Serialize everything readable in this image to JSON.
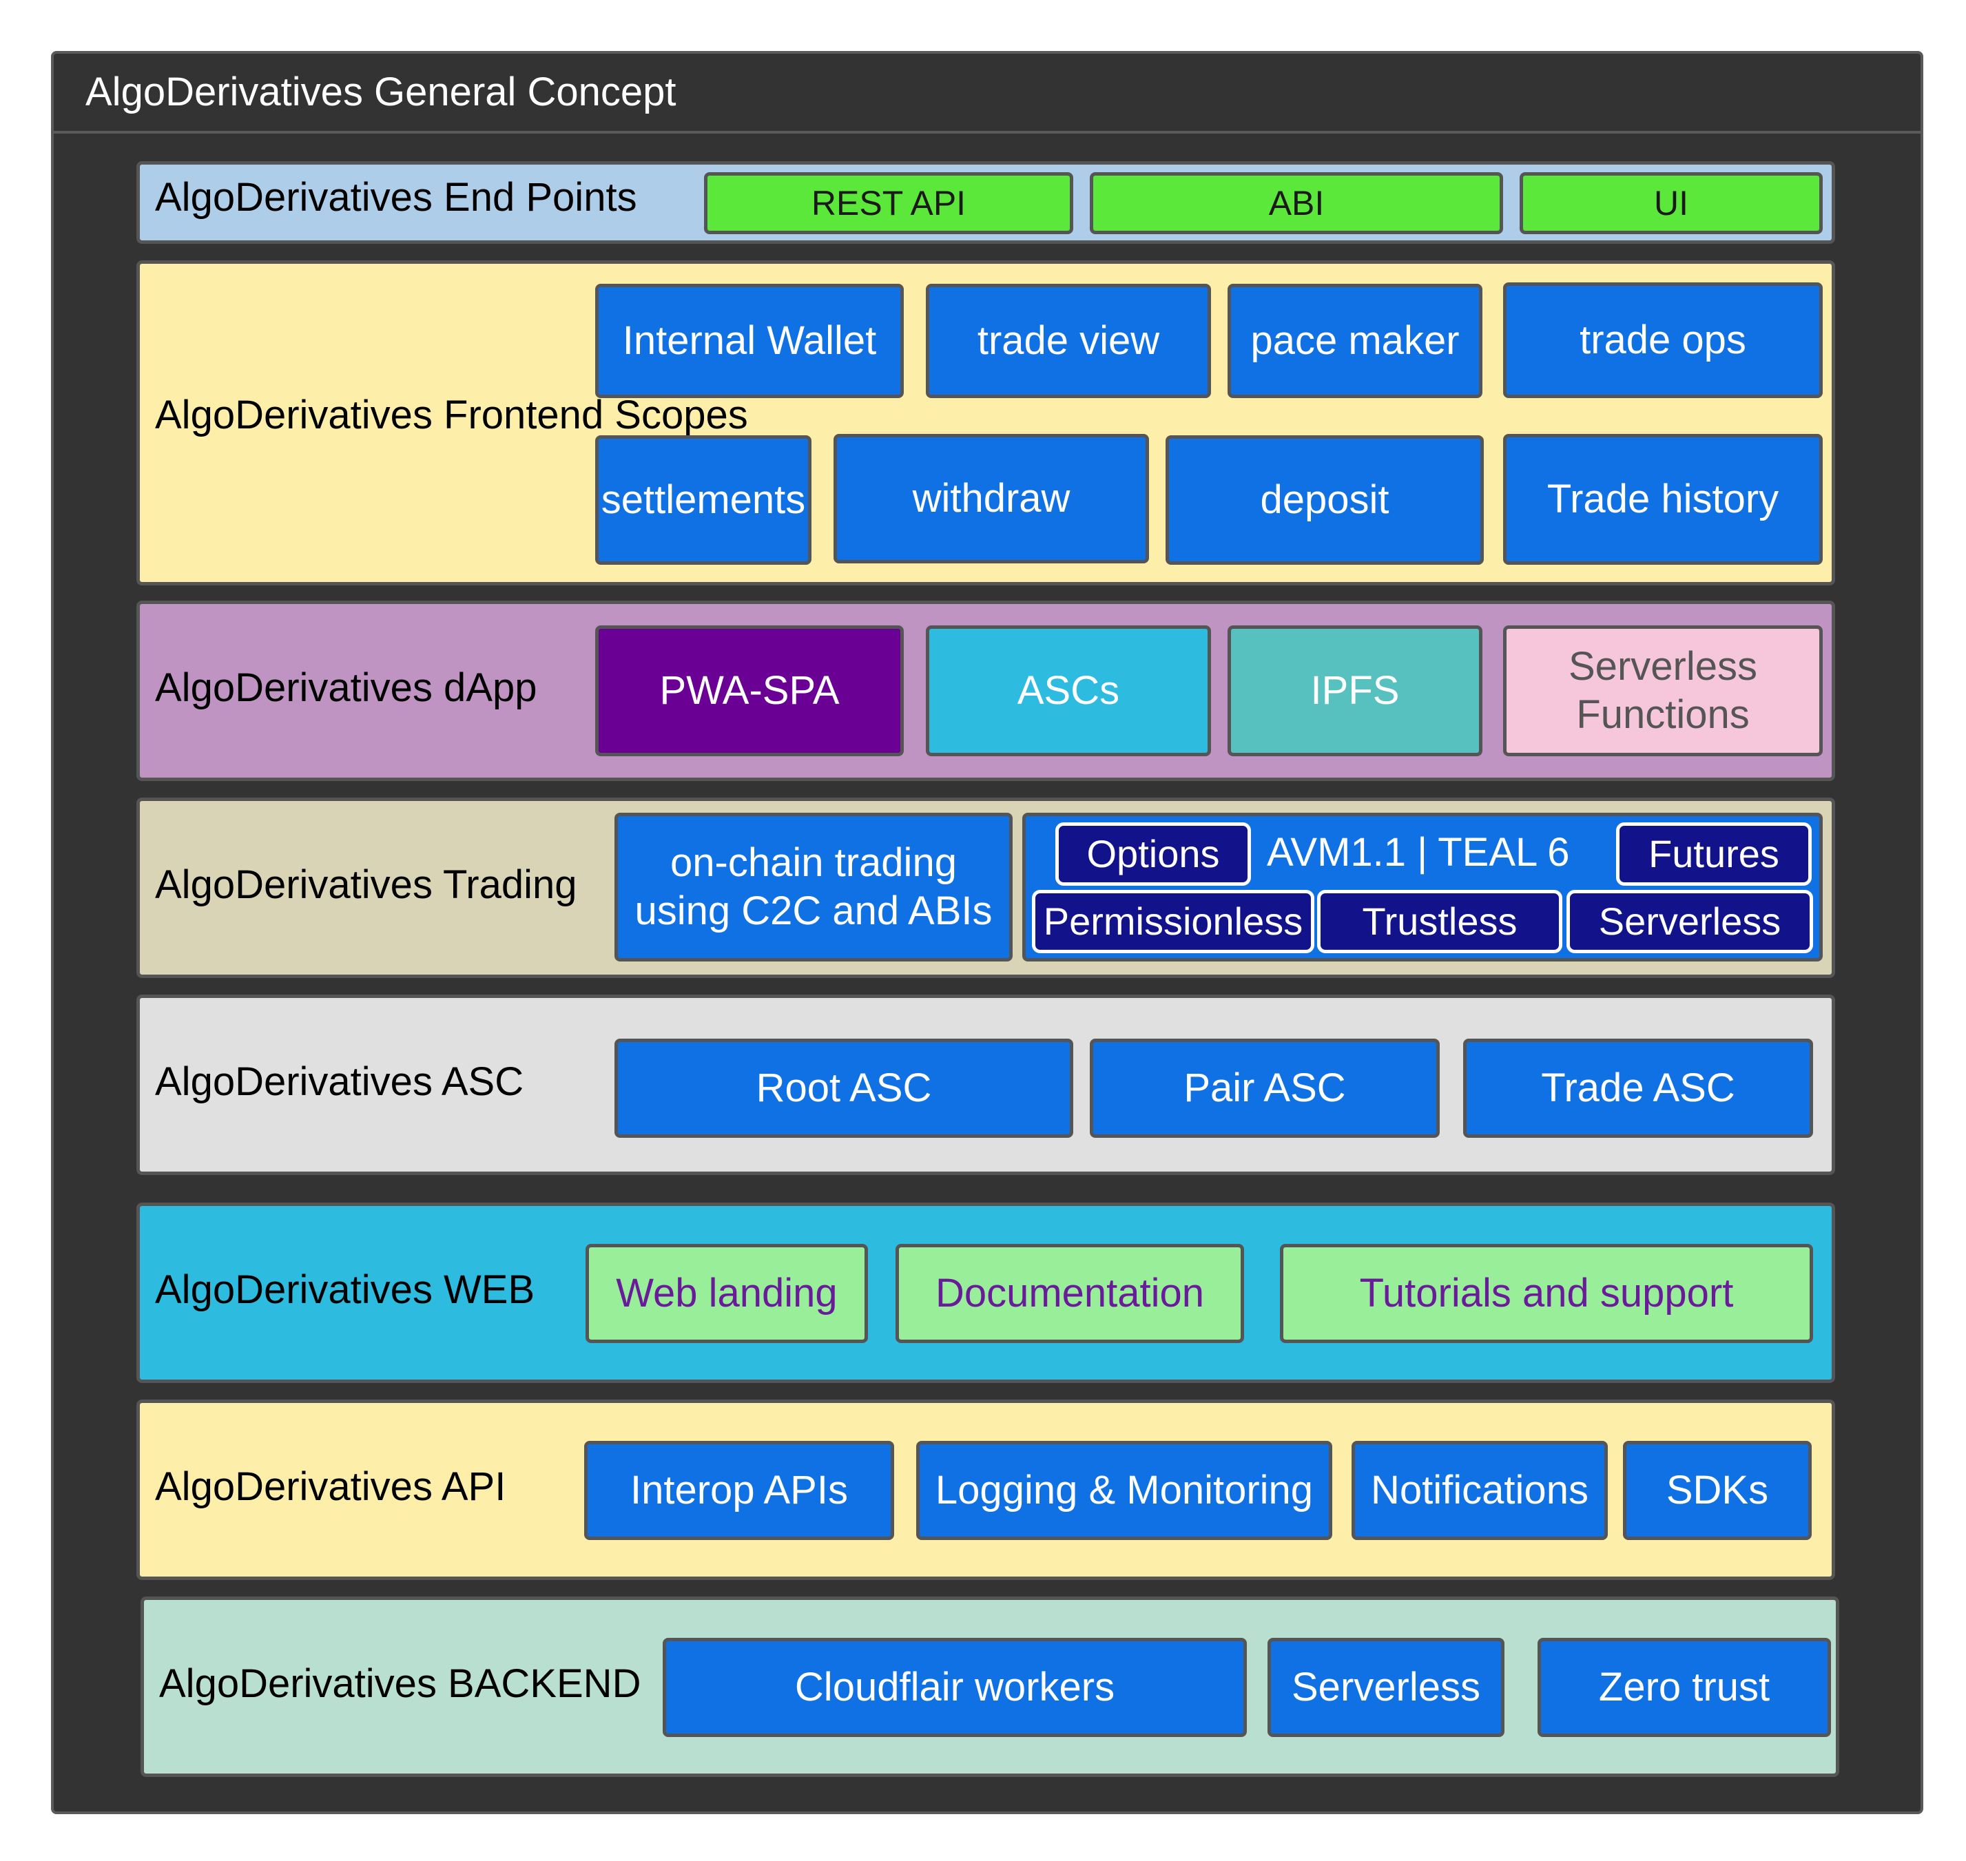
{
  "title": "AlgoDerivatives General Concept",
  "layers": {
    "endpoints": {
      "label": "AlgoDerivatives End Points",
      "items": [
        "REST API",
        "ABI",
        "UI"
      ]
    },
    "frontend": {
      "label": "AlgoDerivatives Frontend Scopes",
      "items": [
        "Internal Wallet",
        "trade view",
        "pace maker",
        "trade ops",
        "settlements",
        "withdraw",
        "deposit",
        "Trade history"
      ]
    },
    "dapp": {
      "label": "AlgoDerivatives dApp",
      "items": [
        "PWA-SPA",
        "ASCs",
        "IPFS"
      ],
      "serverless_line1": "Serverless",
      "serverless_line2": "Functions"
    },
    "trading": {
      "label": "AlgoDerivatives Trading",
      "onchain_line1": "on-chain trading",
      "onchain_line2": "using C2C and ABIs",
      "avm_label": "AVM1.1 | TEAL 6",
      "items": [
        "Options",
        "Futures",
        "Permissionless",
        "Trustless",
        "Serverless"
      ]
    },
    "asc": {
      "label": "AlgoDerivatives ASC",
      "items": [
        "Root ASC",
        "Pair ASC",
        "Trade ASC"
      ]
    },
    "web": {
      "label": "AlgoDerivatives WEB",
      "items": [
        "Web landing",
        "Documentation",
        "Tutorials and support"
      ]
    },
    "api": {
      "label": "AlgoDerivatives API",
      "items": [
        "Interop APIs",
        "Logging & Monitoring",
        "Notifications",
        "SDKs"
      ]
    },
    "backend": {
      "label": "AlgoDerivatives BACKEND",
      "items": [
        "Cloudflair workers",
        "Serverless",
        "Zero trust"
      ]
    }
  },
  "colors": {
    "endpoints_bg": "#aecde9",
    "frontend_bg": "#fdefaa",
    "dapp_bg": "#c094c2",
    "trading_bg": "#dad4b6",
    "asc_bg": "#e0e0e0",
    "web_bg": "#2ebbe0",
    "api_bg": "#fdefaa",
    "backend_bg": "#b8dfcf",
    "pwa_bg": "#6a0094",
    "ascs_bg": "#2ebbe0",
    "ipfs_bg": "#56c1bf",
    "serverless_fn_bg": "#f6c7da"
  }
}
